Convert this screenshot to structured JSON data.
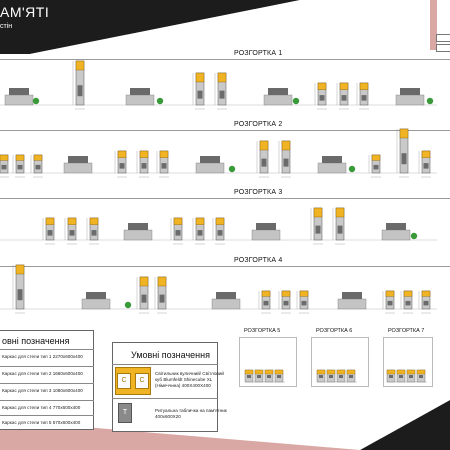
{
  "header": {
    "title": "АМ'ЯТІ",
    "subtitle": "стін"
  },
  "sections": [
    {
      "label": "РОЗГОРТКА 1"
    },
    {
      "label": "РОЗГОРТКА 2"
    },
    {
      "label": "РОЗГОРТКА 3"
    },
    {
      "label": "РОЗГОРТКА 4"
    }
  ],
  "legend_left": {
    "title": "овні позначення",
    "items": [
      "Каркас для стели тип 1 2270x600x400",
      "Каркас для стели тип 2 1660x600x400",
      "Каркас для стели тип 3 1080x600x400",
      "Каркас для стели тип 4 770x600x400",
      "Каркас для стели тип 5 570x600x400"
    ]
  },
  "legend_right": {
    "title": "Умовні позначення",
    "light_letter": "С",
    "light_text_1": "Світильник вуличний/ Світловий",
    "light_text_2": "куб Blumfeldt Shinecube XL",
    "light_text_3": "(Німеччина) 400Х400Х400",
    "plaque_letter": "Т",
    "plaque_text_1": "Ритуальна табличка на пам'ятник",
    "plaque_text_2": "400х600Х20"
  },
  "small_sections": [
    {
      "label": "РОЗГОРТКА 5"
    },
    {
      "label": "РОЗГОРТКА 6"
    },
    {
      "label": "РОЗГОРТКА 7"
    }
  ],
  "colors": {
    "header_dark": "#1c1c1c",
    "accent_pink": "#d9a8a5",
    "stele_yellow": "#f0b323",
    "stele_gray": "#c9c9c9",
    "bench_gray": "#6a6a6a",
    "plant_green": "#3a9a3a"
  }
}
